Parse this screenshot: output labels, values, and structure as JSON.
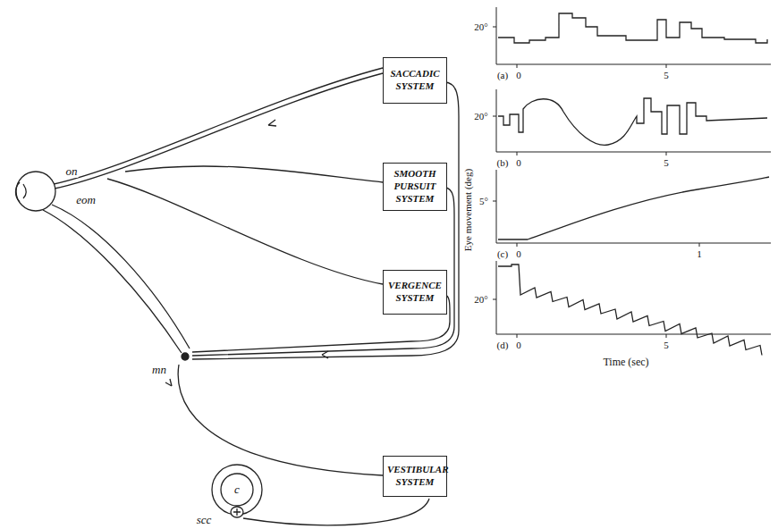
{
  "diagram": {
    "nodes": [
      {
        "text": [
          "SACCADIC SYSTEM"
        ]
      },
      {
        "text": [
          "SMOOTH PURSUIT SYSTEM"
        ]
      },
      {
        "text": [
          "VERGENCE SYSTEM"
        ]
      },
      {
        "text": [
          "VESTIBULAR SYSTEM"
        ]
      }
    ],
    "labels": [
      "on",
      "eom",
      "mn",
      "c",
      "scc",
      "20°",
      "(a)",
      "0",
      "5",
      "20°",
      "(b)",
      "0",
      "5",
      "5°",
      "(c)",
      "0",
      "1",
      "20°",
      "(d)",
      "0",
      "5",
      "Eye movement (deg)",
      "Time (sec)"
    ]
  }
}
